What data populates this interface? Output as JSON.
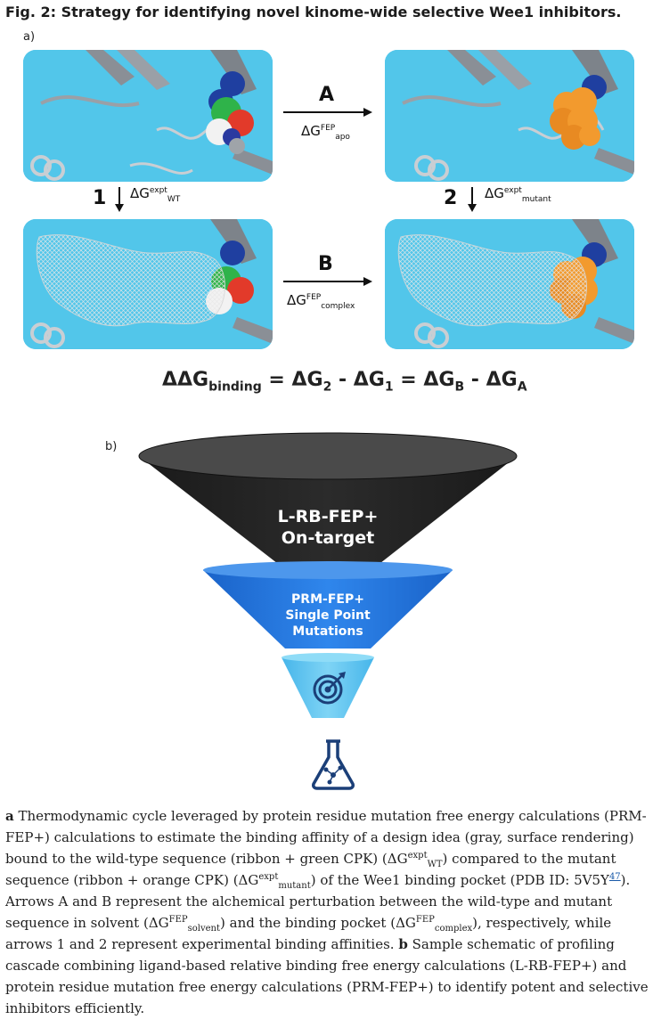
{
  "figure": {
    "title": "Fig. 2: Strategy for identifying novel kinome-wide selective Wee1 inhibitors.",
    "panel_a_label": "a)",
    "panel_b_label": "b)"
  },
  "panel_a": {
    "arrow_A": {
      "letter": "A",
      "delta": "ΔG",
      "sup": "FEP",
      "sub": "apo"
    },
    "arrow_B": {
      "letter": "B",
      "delta": "ΔG",
      "sup": "FEP",
      "sub": "complex"
    },
    "arrow_1": {
      "number": "1",
      "delta": "ΔG",
      "sup": "expt",
      "sub": "WT"
    },
    "arrow_2": {
      "number": "2",
      "delta": "ΔG",
      "sup": "expt",
      "sub": "mutant"
    },
    "equation": {
      "lhs": "ΔΔG",
      "lhs_sub": "binding",
      "eq1": " = ΔG",
      "s2": "2",
      "minus1": " - ΔG",
      "s1": "1",
      "eq2": " = ΔG",
      "sB": "B",
      "minus2": " - ΔG",
      "sA": "A"
    }
  },
  "panel_b": {
    "top_stage": {
      "line1": "L-RB-FEP+",
      "line2": "On-target"
    },
    "middle_stage": {
      "line1": "PRM-FEP+",
      "line2": "Single Point",
      "line3": "Mutations"
    },
    "icons": [
      "target-icon",
      "flask-icon"
    ],
    "colors": {
      "top": "#1e1e1e",
      "middle": "#1f6fd6",
      "bottom": "#5fc6f0",
      "icon": "#1b3f78"
    }
  },
  "caption": {
    "a_label": "a",
    "t1": " Thermodynamic cycle leveraged by protein residue mutation free energy calculations (PRM-FEP+) calculations to estimate the binding affinity of a design idea (gray, surface rendering) bound to the wild-type sequence (ribbon + green CPK) (ΔG",
    "t1_sup": "expt",
    "t1_sub": "WT",
    "t2": ") compared to the mutant sequence (ribbon + orange CPK) (ΔG",
    "t2_sup": "expt",
    "t2_sub": "mutant",
    "t3": ") of the Wee1 binding pocket (PDB ID: 5V5Y",
    "ref": "47",
    "t4": "). Arrows A and B represent the alchemical perturbation between the wild-type and mutant sequence in solvent (ΔG",
    "t4_sup": "FEP",
    "t4_sub": "solvent",
    "t5": ") and the binding pocket (ΔG",
    "t5_sup": "FEP",
    "t5_sub": "complex",
    "t6": "), respectively, while arrows 1 and 2 represent experimental binding affinities.",
    "b_label": "b",
    "t7": " Sample schematic of profiling cascade combining ligand-based relative binding free energy calculations (L-RB-FEP+) and protein residue mutation free energy calculations (PRM-FEP+) to identify potent and selective inhibitors efficiently."
  }
}
